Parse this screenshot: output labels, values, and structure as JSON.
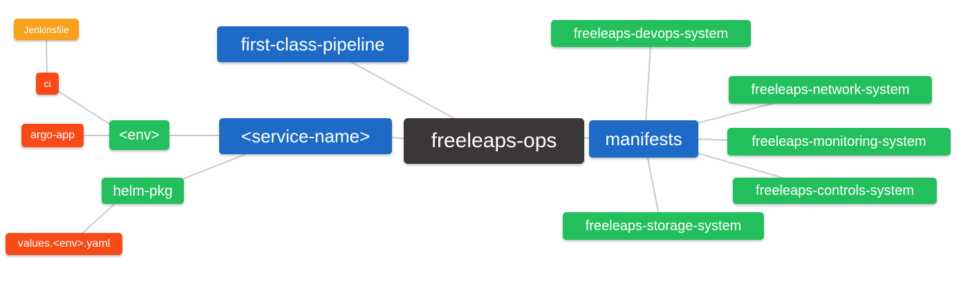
{
  "diagram": {
    "type": "mindmap",
    "root_id": "freeleaps-ops",
    "colors": {
      "root_bg": "#3a3736",
      "branch_bg": "#1d6bc6",
      "leaf_green_bg": "#23bf5c",
      "leaf_red_bg": "#f74a17",
      "leaf_orange_bg": "#f9a11c",
      "text": "#ffffff",
      "edge": "#c9c9c9",
      "background": "#ffffff"
    },
    "nodes": [
      {
        "id": "jenkinsfile",
        "label": "Jenkinsfile",
        "color_role": "leaf_orange"
      },
      {
        "id": "ci",
        "label": "ci",
        "color_role": "leaf_red"
      },
      {
        "id": "argo-app",
        "label": "argo-app",
        "color_role": "leaf_red"
      },
      {
        "id": "env",
        "label": "<env>",
        "color_role": "leaf_green"
      },
      {
        "id": "helm-pkg",
        "label": "helm-pkg",
        "color_role": "leaf_green"
      },
      {
        "id": "values-env-yaml",
        "label": "values.<env>.yaml",
        "color_role": "leaf_red"
      },
      {
        "id": "first-class-pipeline",
        "label": "first-class-pipeline",
        "color_role": "branch"
      },
      {
        "id": "service-name",
        "label": "<service-name>",
        "color_role": "branch"
      },
      {
        "id": "freeleaps-ops",
        "label": "freeleaps-ops",
        "color_role": "root"
      },
      {
        "id": "manifests",
        "label": "manifests",
        "color_role": "branch"
      },
      {
        "id": "devops-system",
        "label": "freeleaps-devops-system",
        "color_role": "leaf_green"
      },
      {
        "id": "network-system",
        "label": "freeleaps-network-system",
        "color_role": "leaf_green"
      },
      {
        "id": "monitoring-system",
        "label": "freeleaps-monitoring-system",
        "color_role": "leaf_green"
      },
      {
        "id": "controls-system",
        "label": "freeleaps-controls-system",
        "color_role": "leaf_green"
      },
      {
        "id": "storage-system",
        "label": "freeleaps-storage-system",
        "color_role": "leaf_green"
      }
    ],
    "edges": [
      [
        "jenkinsfile",
        "ci"
      ],
      [
        "ci",
        "env"
      ],
      [
        "argo-app",
        "env"
      ],
      [
        "env",
        "service-name"
      ],
      [
        "service-name",
        "helm-pkg"
      ],
      [
        "helm-pkg",
        "values-env-yaml"
      ],
      [
        "service-name",
        "freeleaps-ops"
      ],
      [
        "first-class-pipeline",
        "freeleaps-ops"
      ],
      [
        "freeleaps-ops",
        "manifests"
      ],
      [
        "manifests",
        "devops-system"
      ],
      [
        "manifests",
        "network-system"
      ],
      [
        "manifests",
        "monitoring-system"
      ],
      [
        "manifests",
        "controls-system"
      ],
      [
        "manifests",
        "storage-system"
      ]
    ]
  }
}
